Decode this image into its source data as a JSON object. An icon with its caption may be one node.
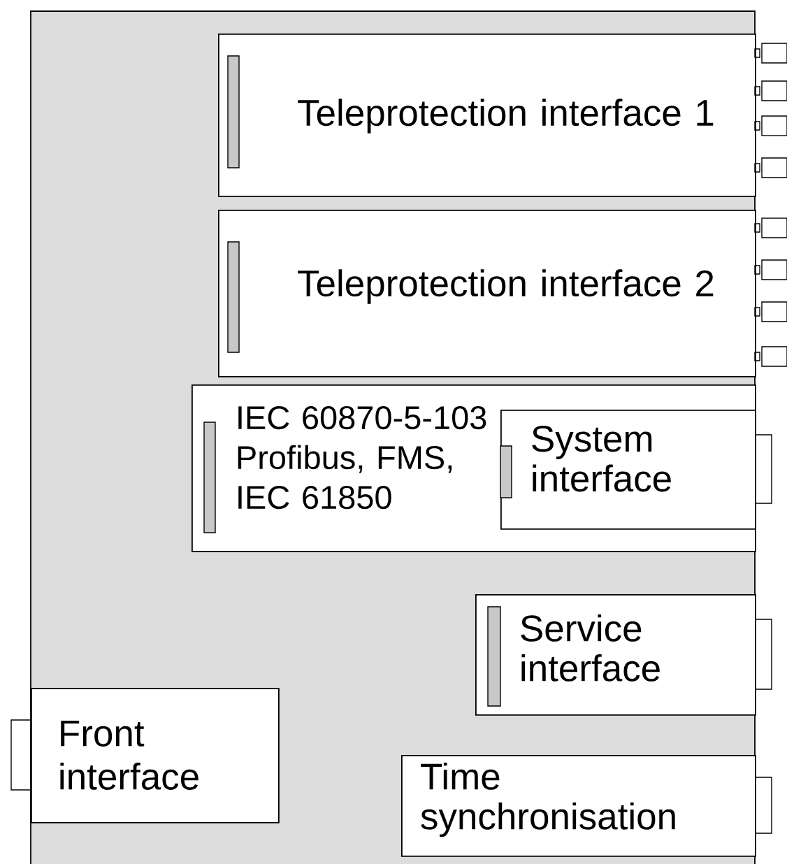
{
  "diagram": {
    "nodes": [
      {
        "text": [],
        "shape": "box"
      },
      {
        "text": [
          "Teleprotection interface 1"
        ],
        "in": 0
      },
      {
        "text": [
          "Teleprotection interface 2"
        ],
        "in": 0
      },
      {
        "text": [
          "IEC 60870-5-103 Profibus, FMS, IEC 61850"
        ],
        "in": 0
      },
      {
        "text": [
          "System interface"
        ],
        "in": 3
      },
      {
        "text": [
          "Service interface"
        ],
        "in": 0
      },
      {
        "text": [
          "Front interface"
        ],
        "in": 0
      },
      {
        "text": [
          "Time synchronisation"
        ],
        "in": 0
      }
    ]
  }
}
